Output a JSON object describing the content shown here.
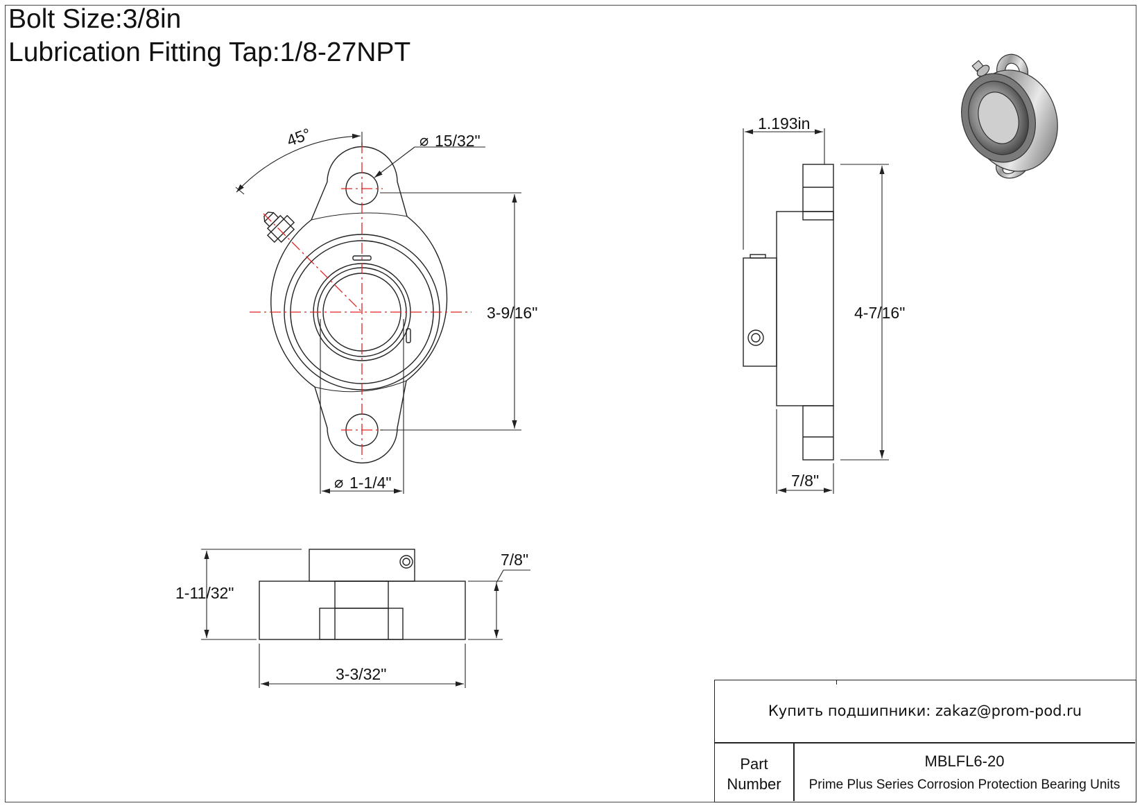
{
  "header": {
    "bolt_size": "Bolt Size:3/8in",
    "lube_tap": "Lubrication Fitting Tap:1/8-27NPT"
  },
  "dims": {
    "angle": "45°",
    "bolt_hole_dia": "15/32\"",
    "bore_dia": "1-1/4\"",
    "bolt_spacing": "3-9/16\"",
    "total_height": "4-7/16\"",
    "side_offset": "1.193in",
    "side_thickness": "7/8\"",
    "bottom_height": "1-11/32\"",
    "bottom_flange_thk": "7/8\"",
    "bottom_width": "3-3/32\""
  },
  "title_block": {
    "contact": "Купить подшипники: zakaz@prom-pod.ru",
    "part_label_line1": "Part",
    "part_label_line2": "Number",
    "part_number": "MBLFL6-20",
    "description": "Prime Plus Series Corrosion Protection Bearing Units"
  },
  "colors": {
    "line": "#222222",
    "centerline": "#e0201e"
  }
}
